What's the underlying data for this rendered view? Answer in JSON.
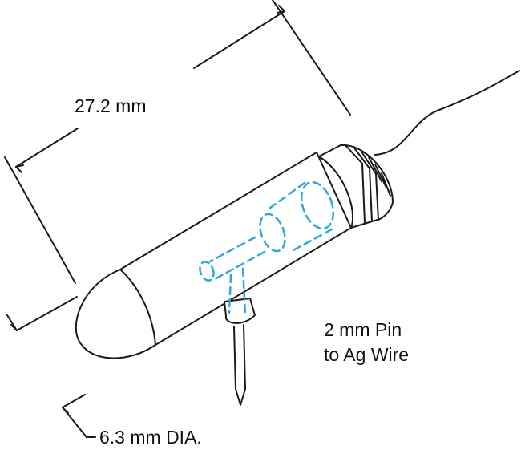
{
  "labels": {
    "length": "27.2 mm",
    "pin_line1": "2 mm Pin",
    "pin_line2": "to Ag Wire",
    "diameter": "6.3 mm DIA."
  },
  "colors": {
    "outline": "#1a1a1a",
    "hidden_lines": "#2fa8e0",
    "background": "#ffffff"
  }
}
